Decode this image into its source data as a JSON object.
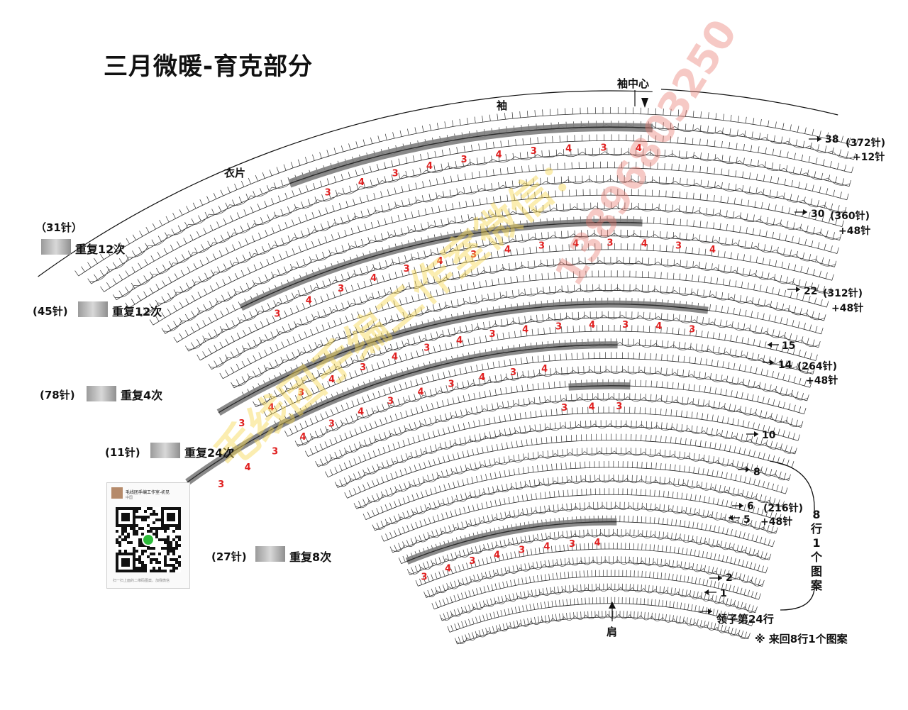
{
  "title": "三月微暖-育克部分",
  "labels": {
    "sleeve": "袖",
    "sleeve_center": "袖中心",
    "body_piece": "衣片",
    "shoulder": "肩",
    "collar": "领子第24行",
    "pattern_note": "8行1个图案",
    "footnote": "※ 来回8行1个图案"
  },
  "repeats": [
    {
      "stitches": "（31针）",
      "text": "重复12次"
    },
    {
      "stitches": "(45针)",
      "text": "重复12次"
    },
    {
      "stitches": "(78针)",
      "text": "重复4次"
    },
    {
      "stitches": "(11针)",
      "text": "重复24次"
    },
    {
      "stitches": "(27针)",
      "text": "重复8次"
    }
  ],
  "rows": [
    {
      "row": "38",
      "count": "(372针)",
      "increase": "+12针"
    },
    {
      "row": "30",
      "count": "(360针)",
      "increase": "+48针"
    },
    {
      "row": "22",
      "count": "(312针)",
      "increase": "+48针"
    },
    {
      "row": "15",
      "count": "",
      "increase": ""
    },
    {
      "row": "14",
      "count": "(264针)",
      "increase": "+48针"
    },
    {
      "row": "10",
      "count": "",
      "increase": ""
    },
    {
      "row": "8",
      "count": "",
      "increase": ""
    },
    {
      "row": "6",
      "count": "(216针)",
      "increase": ""
    },
    {
      "row": "5",
      "count": "",
      "increase": "+48针"
    },
    {
      "row": "2",
      "count": "",
      "increase": ""
    },
    {
      "row": "1",
      "count": "",
      "increase": ""
    }
  ],
  "stitch_numbers": [
    "3",
    "4"
  ],
  "qr_card": {
    "name": "毛线团手编工作室-初见",
    "location": "中国",
    "footer": "扫一扫上面的二维码图案，加我微信"
  },
  "watermarks": [
    "毛线团手编工作室微信：",
    "13896803250"
  ],
  "colors": {
    "stitch_number": "#e02020",
    "watermark_yellow": "#f6d650",
    "watermark_pink": "#e8786e",
    "shade": "#8f8f8f"
  }
}
